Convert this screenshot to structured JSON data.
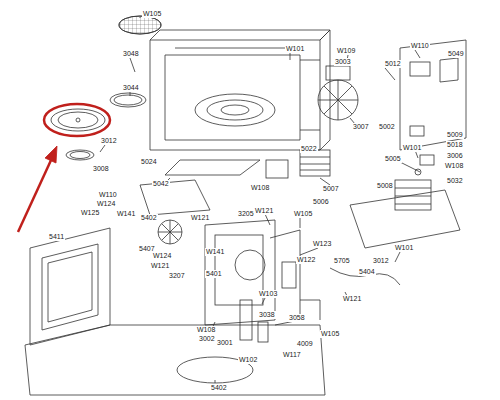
{
  "diagram": {
    "labels": [
      "W105",
      "3048",
      "3044",
      "3012",
      "3008",
      "W101",
      "W109",
      "W110",
      "5049",
      "3003",
      "5012",
      "3007",
      "5002",
      "5009",
      "5018",
      "W101",
      "3006",
      "5005",
      "W108",
      "5008",
      "5032",
      "5007",
      "5024",
      "5022",
      "W108",
      "5006",
      "W121",
      "W105",
      "3205",
      "5042",
      "W110",
      "W124",
      "W125",
      "W141",
      "5402",
      "W121",
      "5407",
      "W124",
      "W141",
      "W123",
      "W101",
      "5401",
      "3207",
      "W121",
      "5411",
      "W122",
      "5705",
      "5404",
      "3012",
      "W121",
      "W103",
      "3038",
      "3058",
      "W108",
      "3002",
      "3001",
      "W105",
      "4009",
      "W117",
      "W102",
      "5402"
    ]
  }
}
